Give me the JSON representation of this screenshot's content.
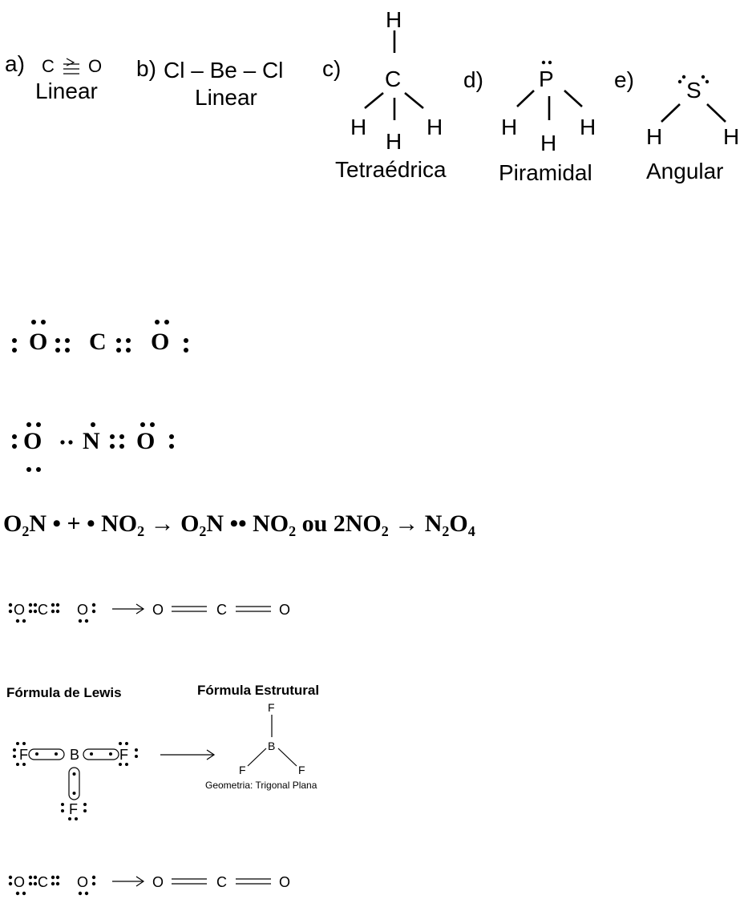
{
  "geometry_row": {
    "a": {
      "tag": "a)",
      "formula": "C",
      "formula_o": "O",
      "name": "Linear"
    },
    "b": {
      "tag": "b)",
      "formula": "Cl – Be – Cl",
      "name": "Linear"
    },
    "c": {
      "tag": "c)",
      "center": "C",
      "h": "H",
      "name": "Tetraédrica"
    },
    "d": {
      "tag": "d)",
      "center": "P",
      "h": "H",
      "name": "Piramidal"
    },
    "e": {
      "tag": "e)",
      "center": "S",
      "h": "H",
      "name": "Angular"
    }
  },
  "lewis_co2": {
    "o": "O",
    "c": "C"
  },
  "lewis_no2": {
    "o": "O",
    "n": "N"
  },
  "reaction": {
    "text": "O₂N • + • NO₂ → O₂N •• NO₂ ou 2NO₂ → N₂O₄"
  },
  "co2_structural": {
    "o": "O",
    "c": "C",
    "arrow": "→"
  },
  "bf3": {
    "lewis_heading": "Fórmula de Lewis",
    "structural_heading": "Fórmula Estrutural",
    "f": "F",
    "b": "B",
    "geometry_caption": "Geometria: Trigonal Plana"
  }
}
